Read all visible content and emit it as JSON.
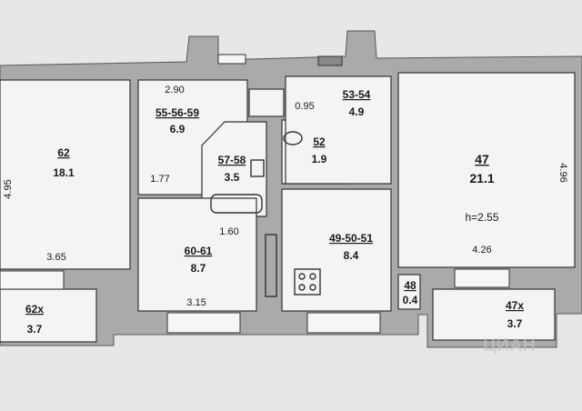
{
  "rooms": [
    {
      "id": "r62",
      "number": "62",
      "area": "18.1"
    },
    {
      "id": "r62x",
      "number": "62x",
      "area": "3.7"
    },
    {
      "id": "r555659",
      "number": "55-56-59",
      "area": "6.9"
    },
    {
      "id": "r5758",
      "number": "57-58",
      "area": "3.5"
    },
    {
      "id": "r52",
      "number": "52",
      "area": "1.9"
    },
    {
      "id": "r5354",
      "number": "53-54",
      "area": "4.9"
    },
    {
      "id": "r6061",
      "number": "60-61",
      "area": "8.7"
    },
    {
      "id": "r495051",
      "number": "49-50-51",
      "area": "8.4"
    },
    {
      "id": "r48",
      "number": "48",
      "area": "0.4"
    },
    {
      "id": "r47",
      "number": "47",
      "area": "21.1"
    },
    {
      "id": "r47x",
      "number": "47x",
      "area": "3.7"
    }
  ],
  "dimensions": {
    "d290": "2.90",
    "d095": "0.95",
    "d495": "4.95",
    "d496": "4.96",
    "d177": "1.77",
    "d160": "1.60",
    "d365": "3.65",
    "d315": "3.15",
    "d426": "4.26"
  },
  "ceiling_height": "h=2.55",
  "watermark": "ЦИАН"
}
